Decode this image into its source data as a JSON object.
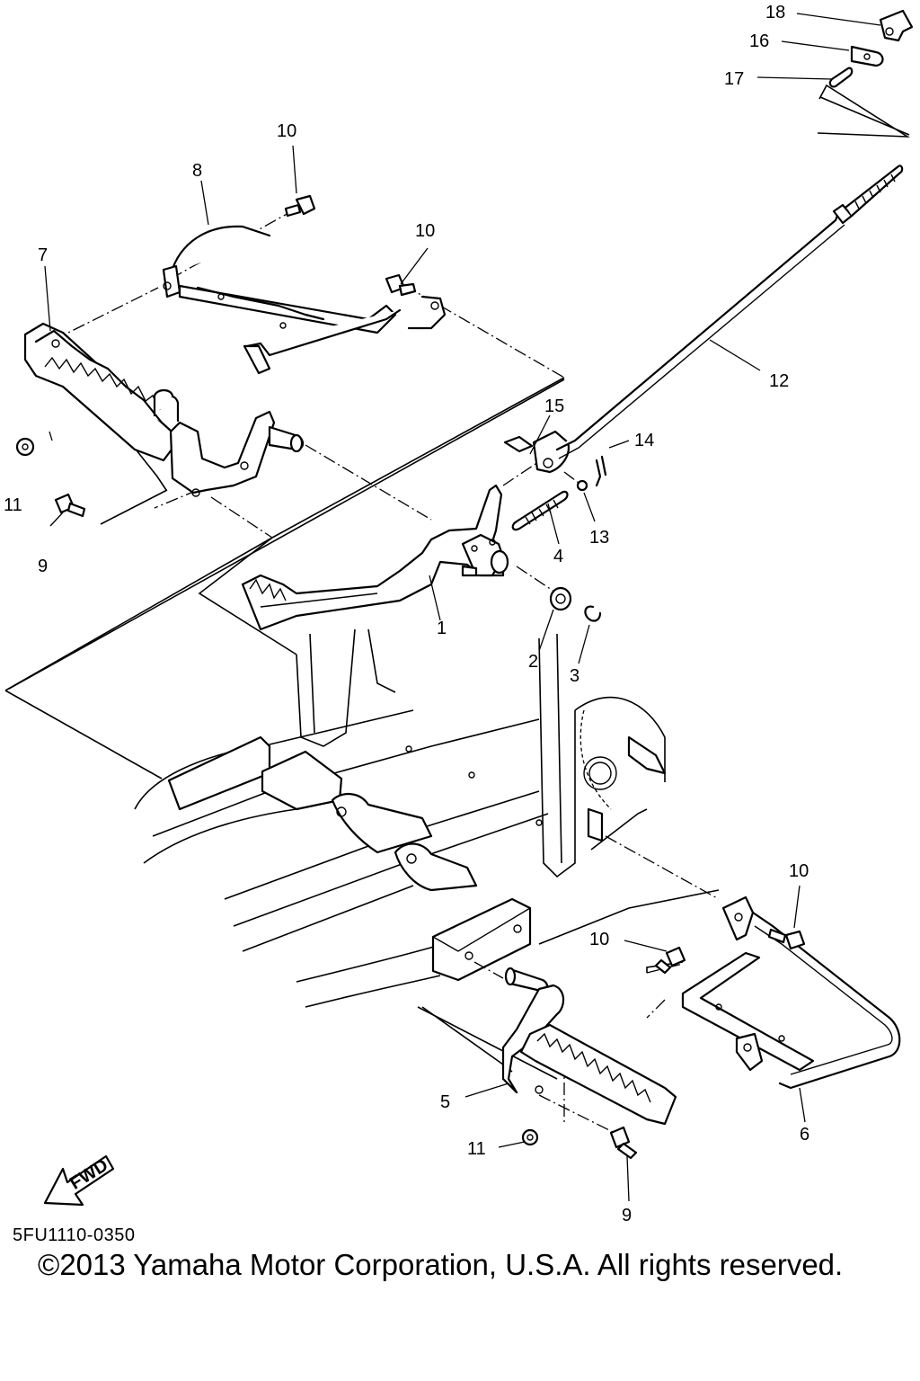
{
  "diagram_code": "5FU1110-0350",
  "copyright": "©2013 Yamaha Motor Corporation, U.S.A. All rights reserved.",
  "fwd_label": "FWD",
  "callouts": {
    "c1": "1",
    "c2": "2",
    "c3": "3",
    "c4": "4",
    "c5": "5",
    "c6": "6",
    "c7": "7",
    "c8": "8",
    "c9a": "9",
    "c9b": "9",
    "c10a": "10",
    "c10b": "10",
    "c10c": "10",
    "c10d": "10",
    "c11a": "11",
    "c11b": "11",
    "c12": "12",
    "c13": "13",
    "c14": "14",
    "c15": "15",
    "c16": "16",
    "c17": "17",
    "c18": "18"
  }
}
